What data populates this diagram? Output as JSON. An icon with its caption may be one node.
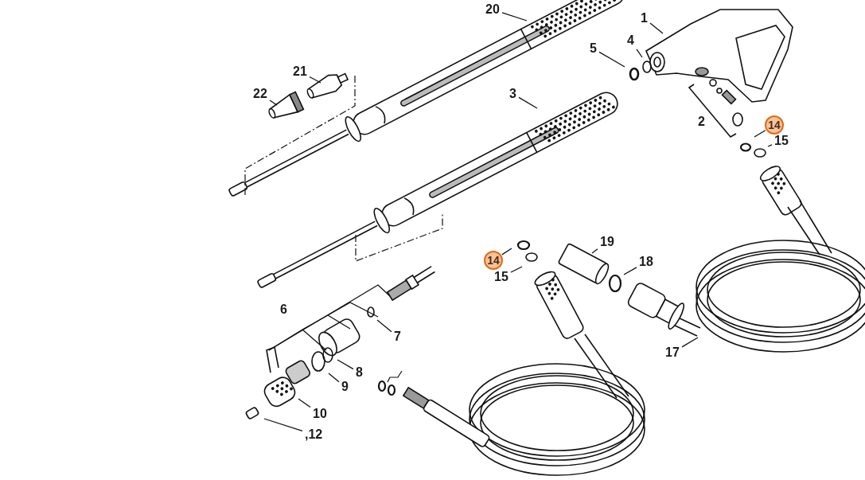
{
  "diagram": {
    "nodes": [
      {
        "text": [
          "20"
        ]
      },
      {
        "text": [
          "1"
        ]
      },
      {
        "text": [
          "4"
        ]
      },
      {
        "text": [
          "5"
        ]
      },
      {
        "text": [
          "21"
        ]
      },
      {
        "text": [
          "22"
        ]
      },
      {
        "text": [
          "3"
        ]
      },
      {
        "text": [
          "2"
        ]
      },
      {
        "text": [
          "14"
        ]
      },
      {
        "text": [
          "15"
        ]
      },
      {
        "text": [
          "19"
        ]
      },
      {
        "text": [
          "14"
        ]
      },
      {
        "text": [
          "18"
        ]
      },
      {
        "text": [
          "15"
        ]
      },
      {
        "text": [
          "6"
        ]
      },
      {
        "text": [
          "7"
        ]
      },
      {
        "text": [
          "17"
        ]
      },
      {
        "text": [
          "8"
        ]
      },
      {
        "text": [
          "9"
        ]
      },
      {
        "text": [
          "10"
        ]
      },
      {
        "text": [
          ",12"
        ]
      }
    ],
    "edges": [
      {
        "from": 0,
        "to": null,
        "arrow": "none"
      },
      {
        "from": 1,
        "to": null,
        "arrow": "none"
      },
      {
        "from": 2,
        "to": null,
        "arrow": "none"
      },
      {
        "from": 3,
        "to": null,
        "arrow": "none"
      },
      {
        "from": 4,
        "to": null,
        "arrow": "none"
      },
      {
        "from": 5,
        "to": null,
        "arrow": "none"
      },
      {
        "from": 6,
        "to": null,
        "arrow": "none"
      },
      {
        "from": 8,
        "to": null,
        "arrow": "none"
      },
      {
        "from": 9,
        "to": null,
        "arrow": "none"
      },
      {
        "from": 10,
        "to": null,
        "arrow": "none"
      },
      {
        "from": 11,
        "to": null,
        "arrow": "none"
      },
      {
        "from": 12,
        "to": null,
        "arrow": "none"
      },
      {
        "from": 13,
        "to": null,
        "arrow": "none"
      },
      {
        "from": 15,
        "to": null,
        "arrow": "none"
      },
      {
        "from": 16,
        "to": null,
        "arrow": "none"
      },
      {
        "from": 17,
        "to": null,
        "arrow": "none"
      },
      {
        "from": 18,
        "to": null,
        "arrow": "none"
      },
      {
        "from": 19,
        "to": null,
        "arrow": "none"
      },
      {
        "from": 20,
        "to": null,
        "arrow": "none"
      }
    ]
  }
}
